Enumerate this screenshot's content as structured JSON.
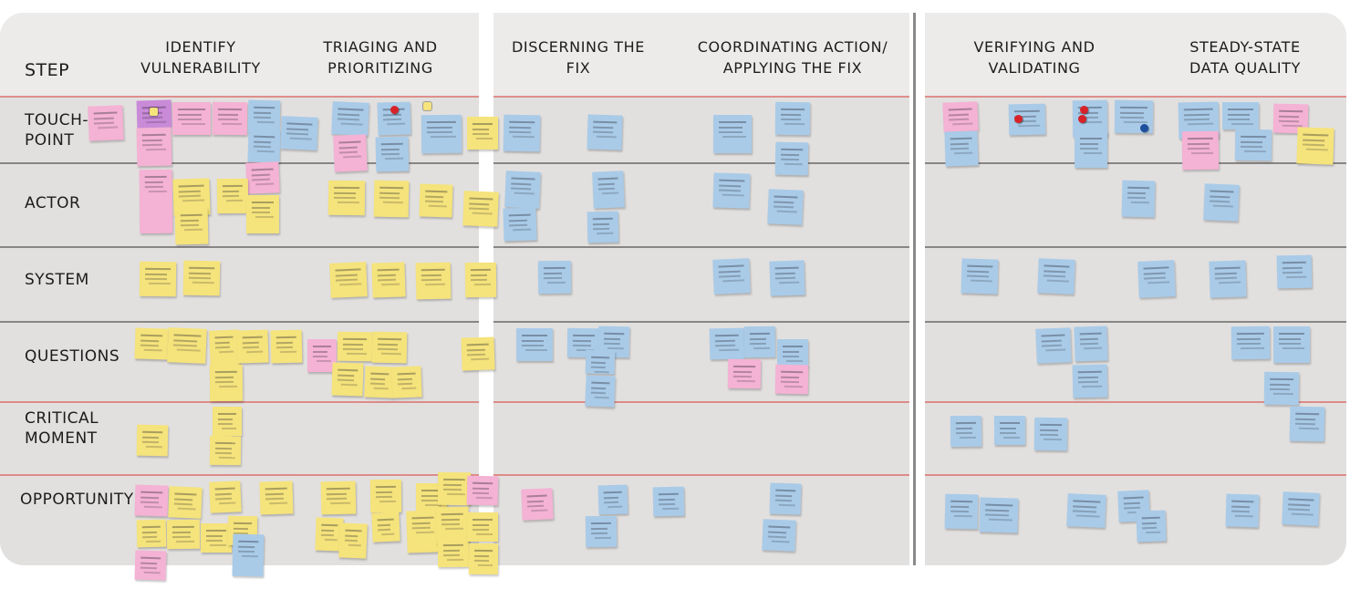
{
  "step_header": "STEP",
  "steps": [
    "TOUCH-\nPOINT",
    "ACTOR",
    "SYSTEM",
    "QUESTIONS",
    "CRITICAL\nMOMENT",
    "OPPORTUNITY"
  ],
  "columns": [
    {
      "title": "IDENTIFY\nVULNERABILITY"
    },
    {
      "title": "TRIAGING AND\nPRIORITIZING"
    },
    {
      "title": "DISCERNING THE\nFIX"
    },
    {
      "title": "COORDINATING ACTION/\nAPPLYING THE FIX"
    },
    {
      "title": "VERIFYING AND\nVALIDATING"
    },
    {
      "title": "STEADY-STATE\nDATA QUALITY"
    }
  ],
  "colors": {
    "board": "#e2e0df",
    "yellow_note": "#f5e37c",
    "blue_note": "#a9cbe8",
    "pink_note": "#f4b2d4",
    "purple_note": "#c98ad8",
    "red_line": "#d9534f",
    "dark_line": "#2b2b2b",
    "red_pin": "#d8222a",
    "blue_pin": "#1d4f9e"
  }
}
